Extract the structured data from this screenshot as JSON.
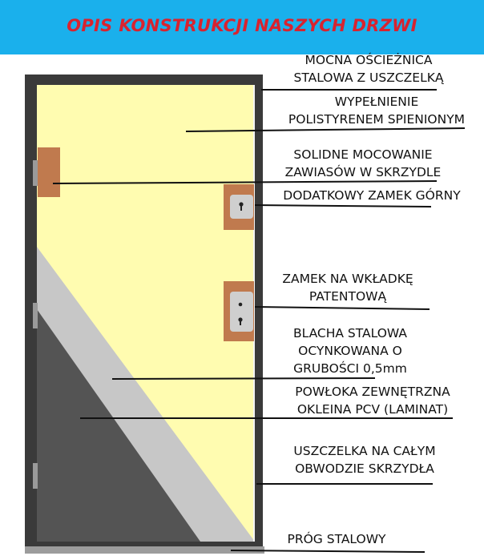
{
  "header": {
    "title": "OPIS KONSTRUKCJI NASZYCH DRZWI",
    "background_color": "#1ab0ec",
    "title_color": "#d8232f"
  },
  "door": {
    "frame_color": "#3a3a3a",
    "filling_color": "#fffcb0",
    "sheet_color": "#c7c7c7",
    "laminate_color": "#545454",
    "hinge_plate_color": "#c07a4e",
    "lock_face_color": "#cfcfcf"
  },
  "labels": [
    {
      "id": "frame",
      "lines": [
        "MOCNA OŚCIEŻNICA",
        "STALOWA Z USZCZELKĄ"
      ]
    },
    {
      "id": "filling",
      "lines": [
        "WYPEŁNIENIE",
        "POLISTYRENEM SPIENIONYM"
      ]
    },
    {
      "id": "hinges",
      "lines": [
        "SOLIDNE MOCOWANIE",
        "ZAWIASÓW W SKRZYDLE"
      ]
    },
    {
      "id": "top-lock",
      "lines": [
        "DODATKOWY ZAMEK GÓRNY"
      ]
    },
    {
      "id": "cylinder-lock",
      "lines": [
        "ZAMEK NA WKŁADKĘ",
        "PATENTOWĄ"
      ]
    },
    {
      "id": "steel-sheet",
      "lines": [
        "BLACHA STALOWA",
        "OCYNKOWANA O",
        "GRUBOŚCI 0,5mm"
      ]
    },
    {
      "id": "outer-coating",
      "lines": [
        "POWŁOKA ZEWNĘTRZNA",
        "OKLEINA PCV (LAMINAT)"
      ]
    },
    {
      "id": "gasket",
      "lines": [
        "USZCZELKA NA CAŁYM",
        "OBWODZIE SKRZYDŁA"
      ]
    },
    {
      "id": "threshold",
      "lines": [
        "PRÓG STALOWY"
      ]
    }
  ]
}
